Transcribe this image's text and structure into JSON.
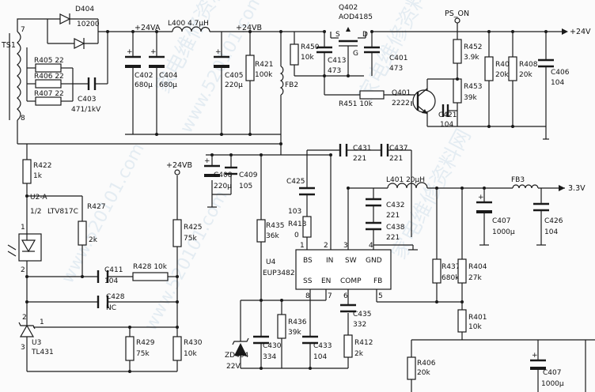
{
  "nets": {
    "p24va": "+24VA",
    "p24vb": "+24VB",
    "p24vb2": "+24VB",
    "ps_on": "PS_ON",
    "p24v": "+24V",
    "p33v": "3.3V"
  },
  "parts": {
    "d404": [
      "D404",
      "10200"
    ],
    "ts1": [
      "TS1",
      "7",
      "8"
    ],
    "r405": [
      "R405",
      "22"
    ],
    "r406": [
      "R406",
      "22"
    ],
    "r407": [
      "R407",
      "22"
    ],
    "c403": [
      "C403",
      "471/1kV"
    ],
    "l400": [
      "L400",
      "4.7μH"
    ],
    "c402": [
      "C402",
      "680μ"
    ],
    "c404": [
      "C404",
      "680μ"
    ],
    "c405": [
      "C405",
      "220μ"
    ],
    "r421": [
      "R421",
      "100k"
    ],
    "fb2": [
      "FB2"
    ],
    "q402": [
      "Q402",
      "AOD4185"
    ],
    "q402_pins": [
      "S",
      "D",
      "G"
    ],
    "r450": [
      "R450",
      "10k"
    ],
    "c413": [
      "C413",
      "473"
    ],
    "c401": [
      "C401",
      "473"
    ],
    "r451": [
      "R451",
      "10k"
    ],
    "q401": [
      "Q401",
      "2222"
    ],
    "c421": [
      "C421",
      "104"
    ],
    "r452": [
      "R452",
      "3.9k"
    ],
    "r453": [
      "R453",
      "39k"
    ],
    "r409": [
      "R409",
      "20k"
    ],
    "r408": [
      "R408",
      "20k"
    ],
    "c406": [
      "C406",
      "104"
    ],
    "r422": [
      "R422",
      "1k"
    ],
    "u2": [
      "U2-A",
      "1/2",
      "LTV817C"
    ],
    "u2_pins": [
      "1",
      "2"
    ],
    "r427": [
      "R427",
      "2k"
    ],
    "c411": [
      "C411",
      "104"
    ],
    "r428": [
      "R428",
      "10k"
    ],
    "c428": [
      "C428",
      "NC"
    ],
    "u3": [
      "U3",
      "TL431"
    ],
    "u3_pins": [
      "2",
      "1",
      "3"
    ],
    "r425": [
      "R425",
      "75k"
    ],
    "r429": [
      "R429",
      "75k"
    ],
    "r430": [
      "R430",
      "10k"
    ],
    "c408": [
      "C408",
      "220μ"
    ],
    "c409": [
      "C409",
      "105"
    ],
    "c431": [
      "C431",
      "221"
    ],
    "c437": [
      "C437",
      "221"
    ],
    "c425": [
      "C425",
      "103"
    ],
    "r413": [
      "R413",
      "0"
    ],
    "r435": [
      "R435",
      "36k"
    ],
    "l401": [
      "L401",
      "20μH"
    ],
    "c432": [
      "C432",
      "221"
    ],
    "c438": [
      "C438",
      "221"
    ],
    "fb3": [
      "FB3"
    ],
    "c407": [
      "C407",
      "1000μ"
    ],
    "c426": [
      "C426",
      "104"
    ],
    "r437": [
      "R437",
      "680k"
    ],
    "r404": [
      "R404",
      "27k"
    ],
    "r401": [
      "R401",
      "10k"
    ],
    "u4": [
      "U4",
      "EUP3482"
    ],
    "u4_pins_top": [
      "BS",
      "IN",
      "SW",
      "GND"
    ],
    "u4_pins_top_num": [
      "1",
      "2",
      "3",
      "4"
    ],
    "u4_pins_bot": [
      "SS",
      "EN",
      "COMP",
      "FB"
    ],
    "u4_pins_bot_num": [
      "8",
      "7",
      "6",
      "5"
    ],
    "r436": [
      "R436",
      "39k"
    ],
    "c433": [
      "C433",
      "104"
    ],
    "c435": [
      "C435",
      "332"
    ],
    "r412": [
      "R412",
      "2k"
    ],
    "zd404": [
      "ZD404",
      "22V"
    ],
    "c430": [
      "C430",
      "334"
    ],
    "r406b": [
      "R406",
      "20k"
    ],
    "c407b": [
      "C407",
      "1000μ"
    ]
  },
  "watermarks": [
    "家电维修资料网",
    "www.520101.com"
  ]
}
